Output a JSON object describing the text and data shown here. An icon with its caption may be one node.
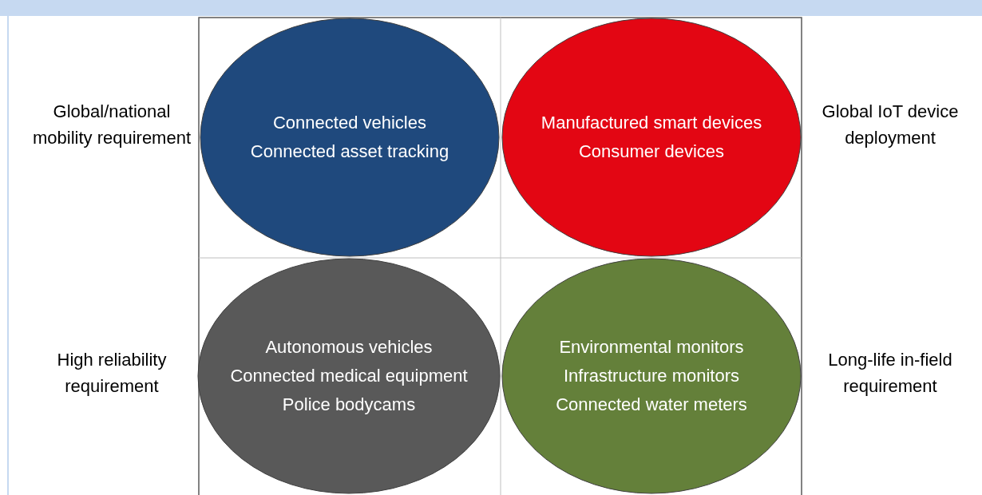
{
  "diagram": {
    "nodes": [
      {
        "text": [
          "Connected vehicles",
          "Connected asset tracking"
        ]
      },
      {
        "text": [
          "Manufactured smart devices",
          "Consumer devices"
        ]
      },
      {
        "text": [
          "Autonomous vehicles",
          "Connected medical equipment",
          "Police bodycams"
        ]
      },
      {
        "text": [
          "Environmental monitors",
          "Infrastructure monitors",
          "Connected water meters"
        ]
      }
    ],
    "labels": [
      "Global/national mobility requirement",
      "Global IoT device deployment",
      "High reliability requirement",
      "Long-life in-field requirement"
    ]
  }
}
